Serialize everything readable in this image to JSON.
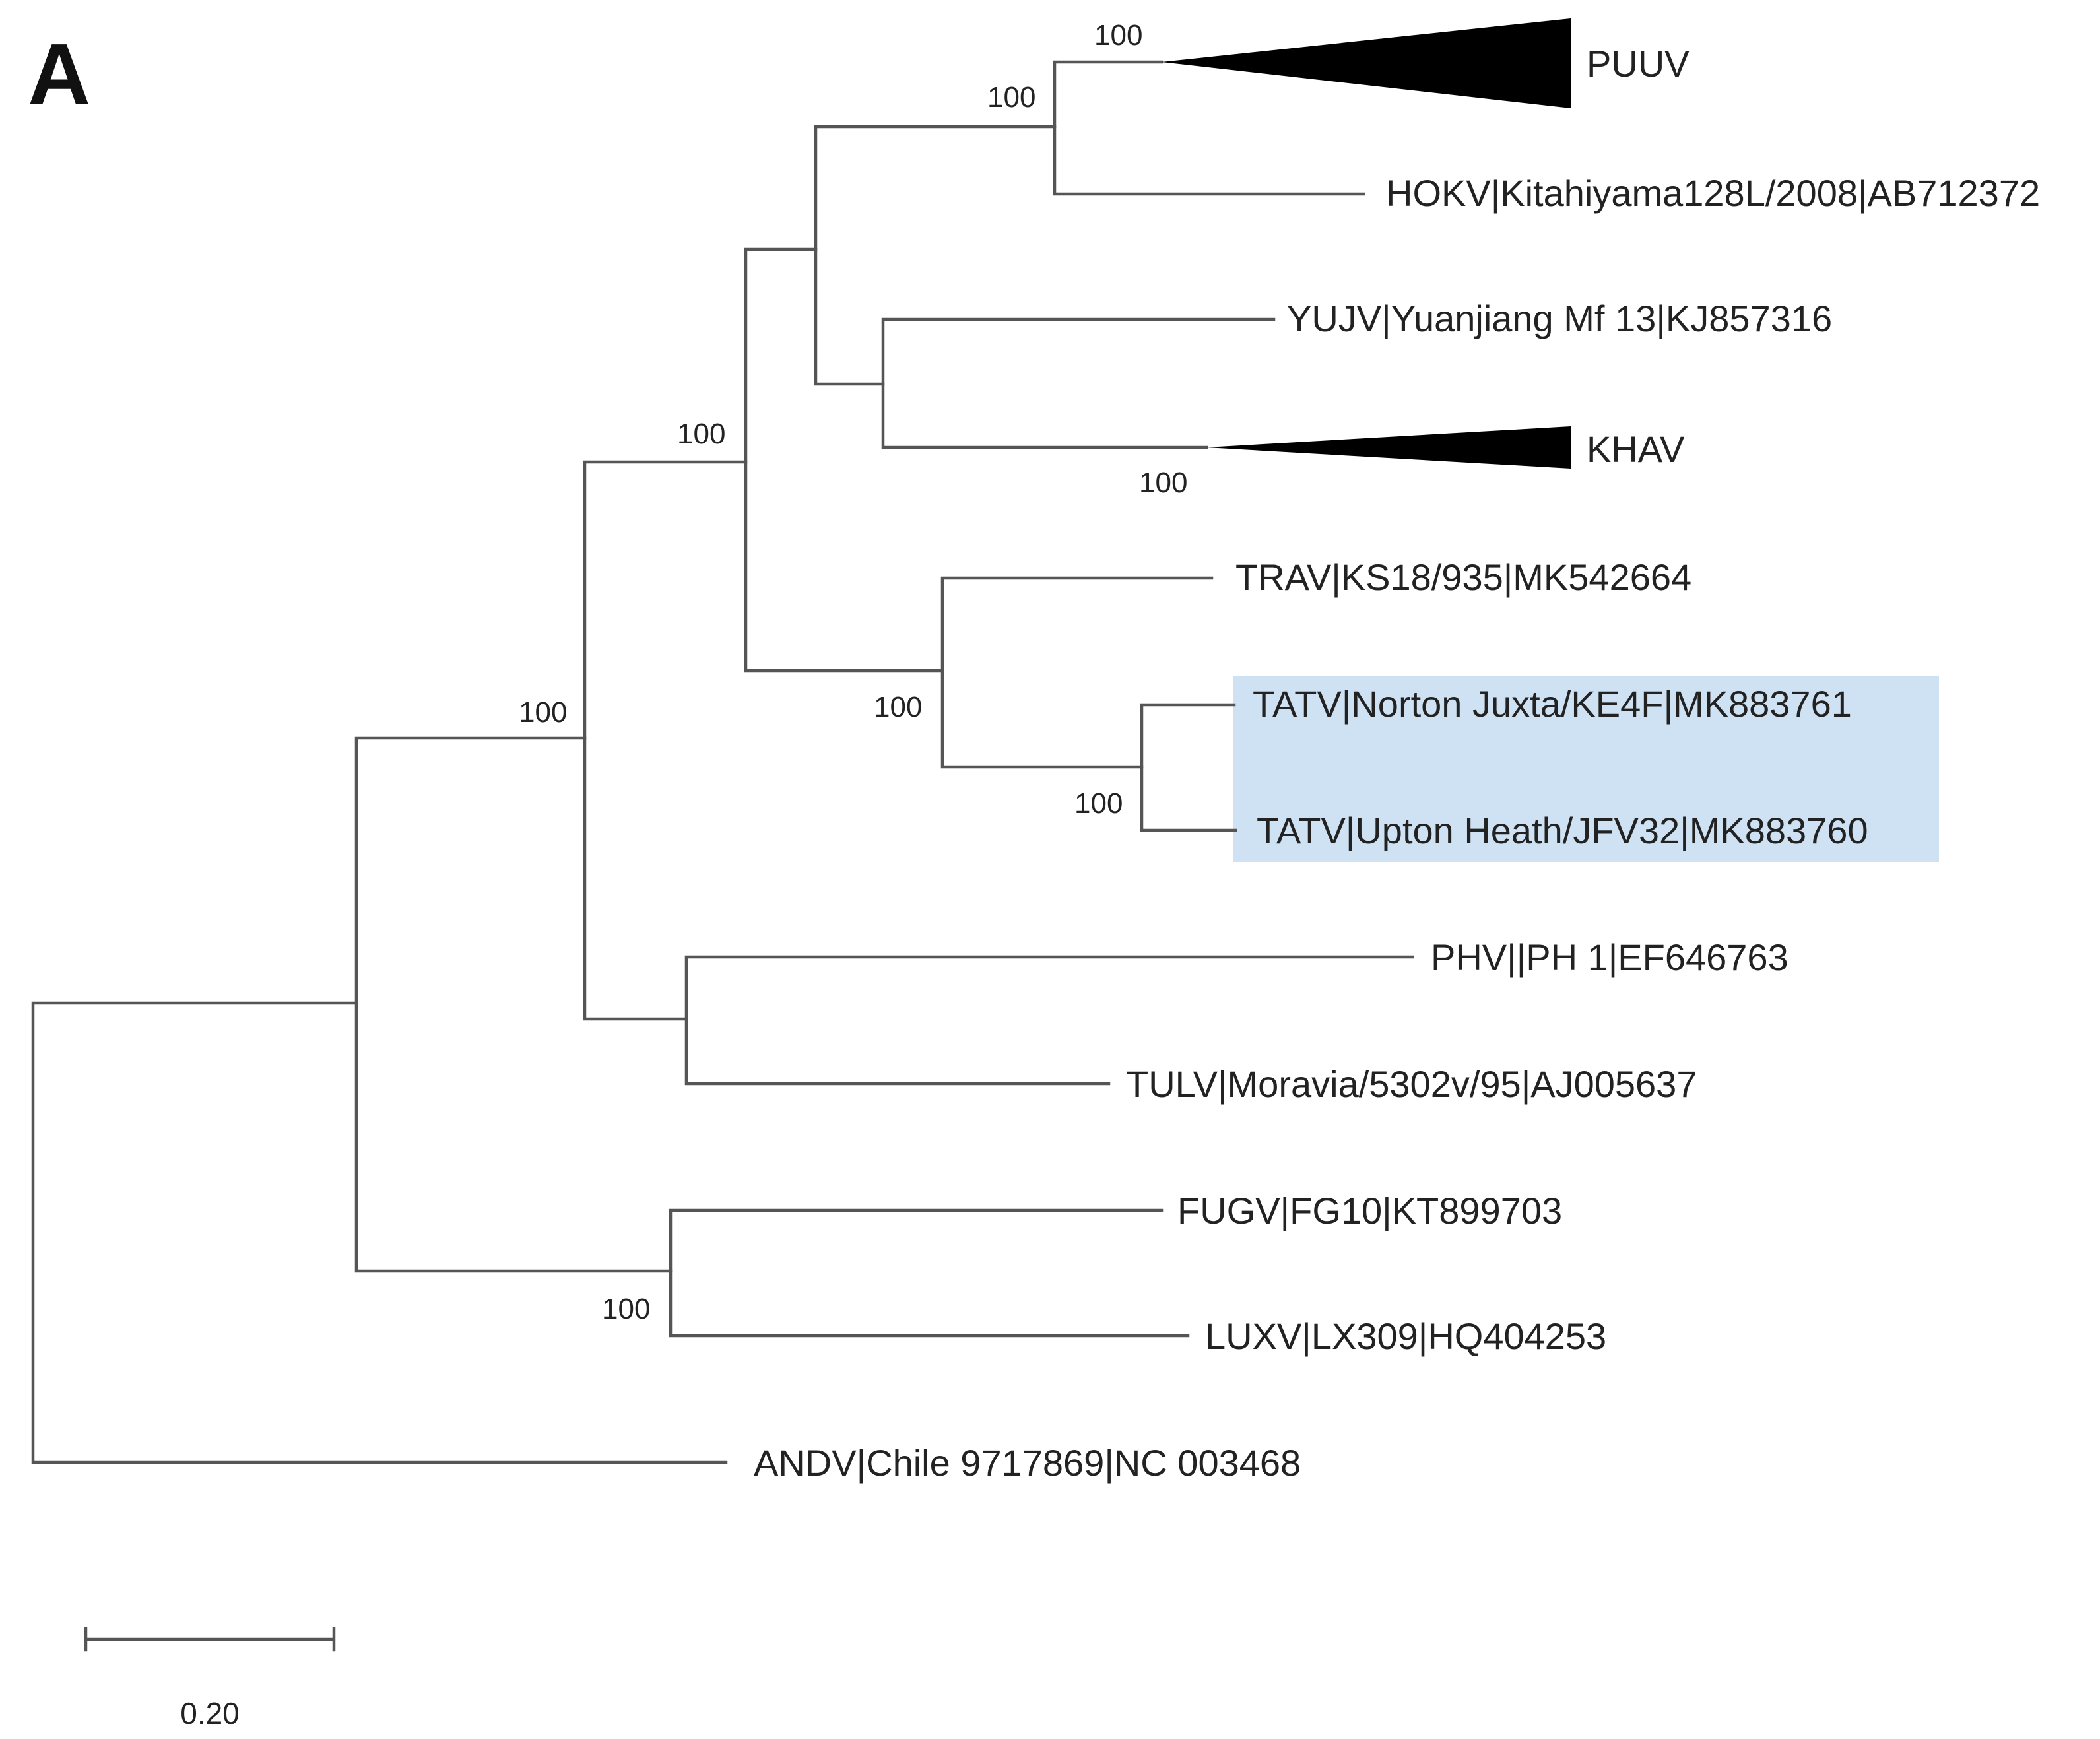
{
  "panel_letter": "A",
  "highlight_color": "#cfe2f3",
  "taxa": {
    "puuv": "PUUV",
    "hokv": "HOKV|Kitahiyama128L/2008|AB712372",
    "yujv": "YUJV|Yuanjiang Mf 13|KJ857316",
    "khav": "KHAV",
    "trav": "TRAV|KS18/935|MK542664",
    "tatv_norton": "TATV|Norton Juxta/KE4F|MK883761",
    "tatv_upton": "TATV|Upton Heath/JFV32|MK883760",
    "phv": "PHV||PH 1|EF646763",
    "tulv": "TULV|Moravia/5302v/95|AJ005637",
    "fugv": "FUGV|FG10|KT899703",
    "luxv": "LUXV|LX309|HQ404253",
    "andv": "ANDV|Chile 9717869|NC 003468"
  },
  "bootstrap": {
    "puuv_clade": "100",
    "puuv_hokv": "100",
    "khav_clade": "100",
    "puuv_to_tatv": "100",
    "trav_tatv": "100",
    "tatv_pair": "100",
    "ingroup_core": "100",
    "fugv_luxv": "100"
  },
  "scale_bar": {
    "label": "0.20",
    "value": 0.2
  }
}
